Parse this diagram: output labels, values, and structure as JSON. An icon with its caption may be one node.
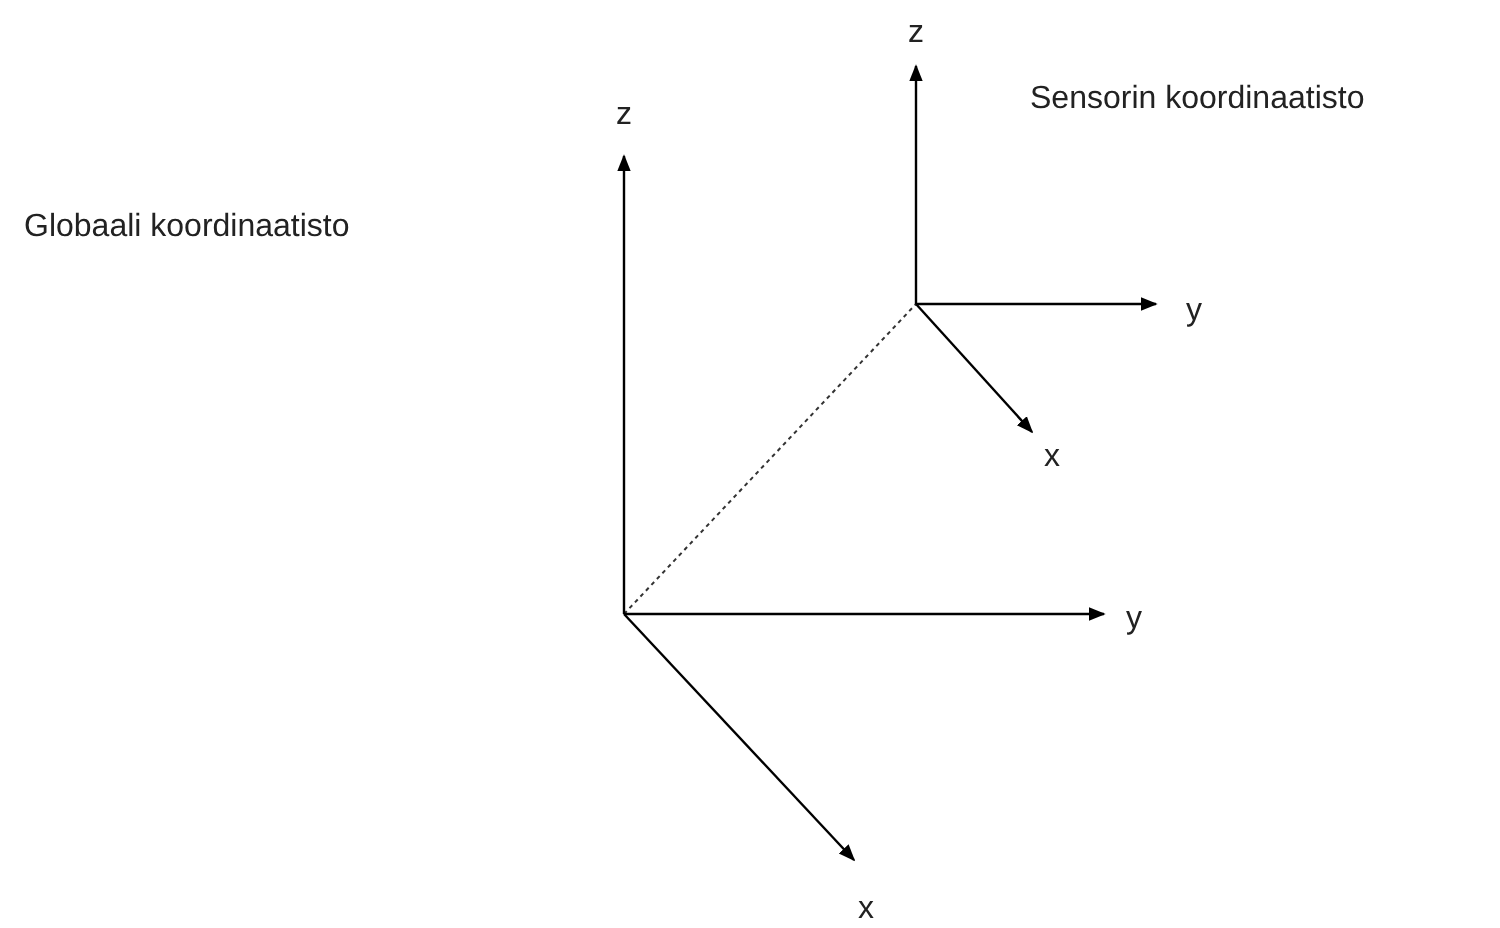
{
  "diagram": {
    "labels": [
      "z",
      "Sensorin koordinaatisto",
      "z",
      "Globaali koordinaatisto",
      "y",
      "x",
      "y",
      "x"
    ]
  }
}
